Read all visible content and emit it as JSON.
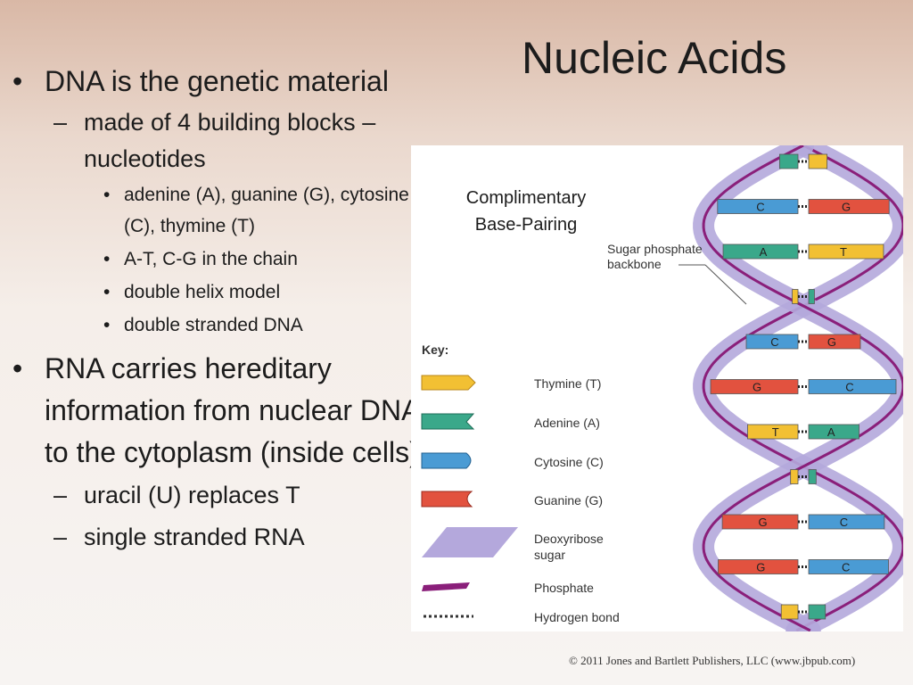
{
  "slide": {
    "title": "Nucleic Acids",
    "bullets": [
      {
        "text": "DNA is the genetic material",
        "sub": [
          {
            "text": "made of 4 building blocks – nucleotides",
            "sub": [
              "adenine (A), guanine (G), cytosine (C), thymine (T)",
              "A-T, C-G in the chain",
              "double helix model",
              "double stranded DNA"
            ]
          }
        ]
      },
      {
        "text": "RNA carries hereditary information from nuclear DNA to the cytoplasm (inside cells)",
        "sub": [
          {
            "text": "uracil (U) replaces T",
            "sub": []
          },
          {
            "text": "single stranded RNA",
            "sub": []
          }
        ]
      }
    ],
    "markers": {
      "level1": "•",
      "level2": "–",
      "level3": "•"
    }
  },
  "figure": {
    "caption_line1": "Complimentary",
    "caption_line2": "Base-Pairing",
    "backbone_label_line1": "Sugar phosphate",
    "backbone_label_line2": "backbone",
    "key": {
      "heading": "Key:",
      "items": [
        {
          "label": "Thymine (T)",
          "color": "#f2c033"
        },
        {
          "label": "Adenine (A)",
          "color": "#3aa88a"
        },
        {
          "label": "Cytosine (C)",
          "color": "#4a9bd4"
        },
        {
          "label": "Guanine (G)",
          "color": "#e2523f"
        },
        {
          "label": "Deoxyribose",
          "label2": "sugar",
          "color": "#b4a8dc"
        },
        {
          "label": "Phosphate",
          "color": "#8a1f7a"
        },
        {
          "label": "Hydrogen bond",
          "color": "#333333"
        }
      ]
    },
    "pairs": [
      {
        "left": "A",
        "right": "T"
      },
      {
        "left": "C",
        "right": "G"
      },
      {
        "left": "A",
        "right": "T"
      },
      {
        "left": "T",
        "right": "A"
      },
      {
        "left": "C",
        "right": "G"
      },
      {
        "left": "G",
        "right": "C"
      },
      {
        "left": "T",
        "right": "A"
      },
      {
        "left": "T",
        "right": "A"
      },
      {
        "left": "G",
        "right": "C"
      },
      {
        "left": "G",
        "right": "C"
      },
      {
        "left": "T",
        "right": "A"
      }
    ],
    "copyright": "© 2011 Jones and Bartlett Publishers, LLC (www.jbpub.com)"
  }
}
